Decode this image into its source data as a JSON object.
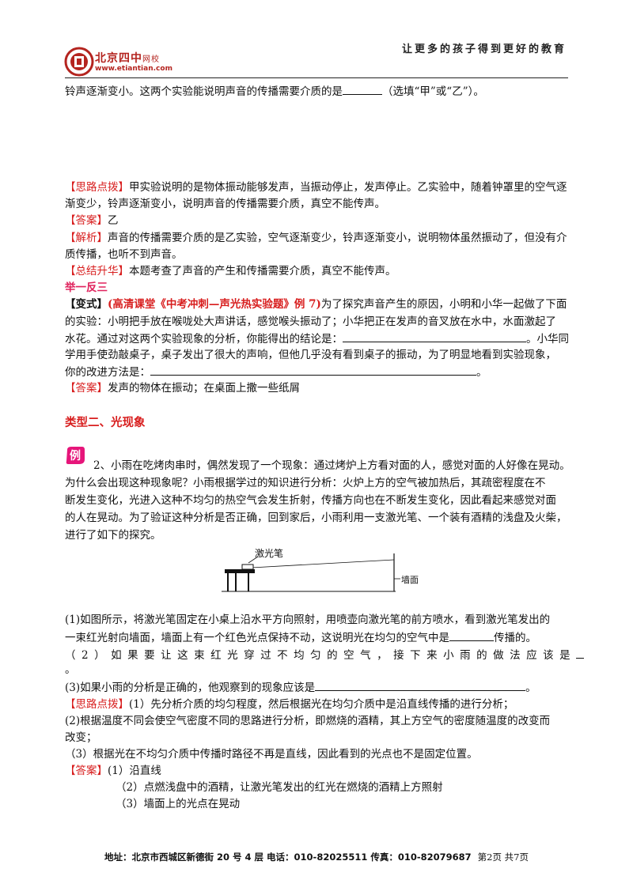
{
  "header": {
    "logo_text": "北京四中",
    "logo_sub": "网校",
    "logo_url": "www.etiantian.com",
    "slogan": "让更多的孩子得到更好的教育"
  },
  "q1": {
    "line1_a": "铃声逐渐变小。这两个实验能说明声音的传播需要介质的是",
    "line1_b": "（选填“甲”或“乙”）。",
    "hint_tag": "【思路点拨】",
    "hint_l1": "甲实验说明的是物体振动能够发声，当振动停止，发声停止。乙实验中，随着钟罩里的空气逐",
    "hint_l2": "渐变少，铃声逐渐变小，说明声音的传播需要介质，真空不能传声。",
    "answer_tag": "【答案】",
    "answer": "乙",
    "analysis_tag": "【解析】",
    "analysis_l1": "声音的传播需要介质的是乙实验，空气逐渐变少，铃声逐渐变小，说明物体虽然振动了，但没有介",
    "analysis_l2": "质传播，也听不到声音。",
    "summary_tag": "【总结升华】",
    "summary": "本题考查了声音的产生和传播需要介质，真空不能传声。"
  },
  "variant": {
    "heading": "举一反三",
    "tag": "【变式】",
    "source": "(高清课堂《中考冲刺—声光热实验题》例 7)",
    "l1": "为了探究声音产生的原因，小明和小华一起做了下面",
    "l2": "的实验：小明把手放在喉咙处大声讲话，感觉喉头振动了；小华把正在发声的音叉放在水中，水面激起了",
    "l3_a": "水花。通过对这两个实验现象的分析，你能得出的结论是：",
    "l3_b": "。小华同",
    "l4": "学用手使劲敲桌子，桌子发出了很大的声响，但他几乎没有看到桌子的振动，为了明显地看到实验现象，",
    "l5_a": "你的改进方法是：",
    "l5_b": "。",
    "answer_tag": "【答案】",
    "answer": "发声的物体在振动；在桌面上撒一些纸屑"
  },
  "section2": {
    "title": "类型二、光现象",
    "badge": "例"
  },
  "q2": {
    "l1": "2、小雨在吃烤肉串时，偶然发现了一个现象：通过烤炉上方看对面的人，感觉对面的人好像在晃动。",
    "l2": "为什么会出现这种现象呢？小雨根据学过的知识进行分析：火炉上方的空气被加热后，其疏密程度在不",
    "l3": "断发生变化，光进入这种不均匀的热空气会发生折射，传播方向也在不断发生变化，因此看起来感觉对面",
    "l4": "的人在晃动。为了验证这种分析是否正确，回到家后，小雨利用一支激光笔、一个装有酒精的浅盘及火柴，",
    "l5": "进行了如下的探究。",
    "fig_laser": "激光笔",
    "fig_wall": "墙面",
    "p1_l1": "(1)如图所示，将激光笔固定在小桌上沿水平方向照射，用喷壶向激光笔的前方喷水，看到激光笔发出的",
    "p1_l2_a": "一束红光射向墙面，墙面上有一个红色光点保持不动，这说明光在均匀的空气中是",
    "p1_l2_b": "传播的。",
    "p2": "（2）如果要让这束红光穿过不均匀的空气，接下来小雨的做法应该是",
    "p2_end": "。",
    "p3_a": "(3)如果小雨的分析是正确的，他观察到的现象应该是",
    "p3_b": "。",
    "hint_tag": "【思路点拨】",
    "hint_1": "(1）先分析介质的均匀程度，然后根据光在均匀介质中是沿直线传播的进行分析；",
    "hint_2a": "(2)根据温度不同会使空气密度不同的思路进行分析，即燃烧的酒精，其上方空气的密度随温度的改变而",
    "hint_2b": "改变；",
    "hint_3": "（3）根据光在不均匀介质中传播时路径不再是直线，因此看到的光点也不是固定位置。",
    "answer_tag": "【答案】",
    "ans_1": "(1）沿直线",
    "ans_2": "（2）点燃浅盘中的酒精，让激光笔发出的红光在燃烧的酒精上方照射",
    "ans_3": "（3）墙面上的光点在晃动"
  },
  "footer": {
    "address": "地址：北京市西城区新德街 20 号 4 层  电话：010-82025511  传真：010-82079687",
    "page": "第2页  共7页"
  }
}
